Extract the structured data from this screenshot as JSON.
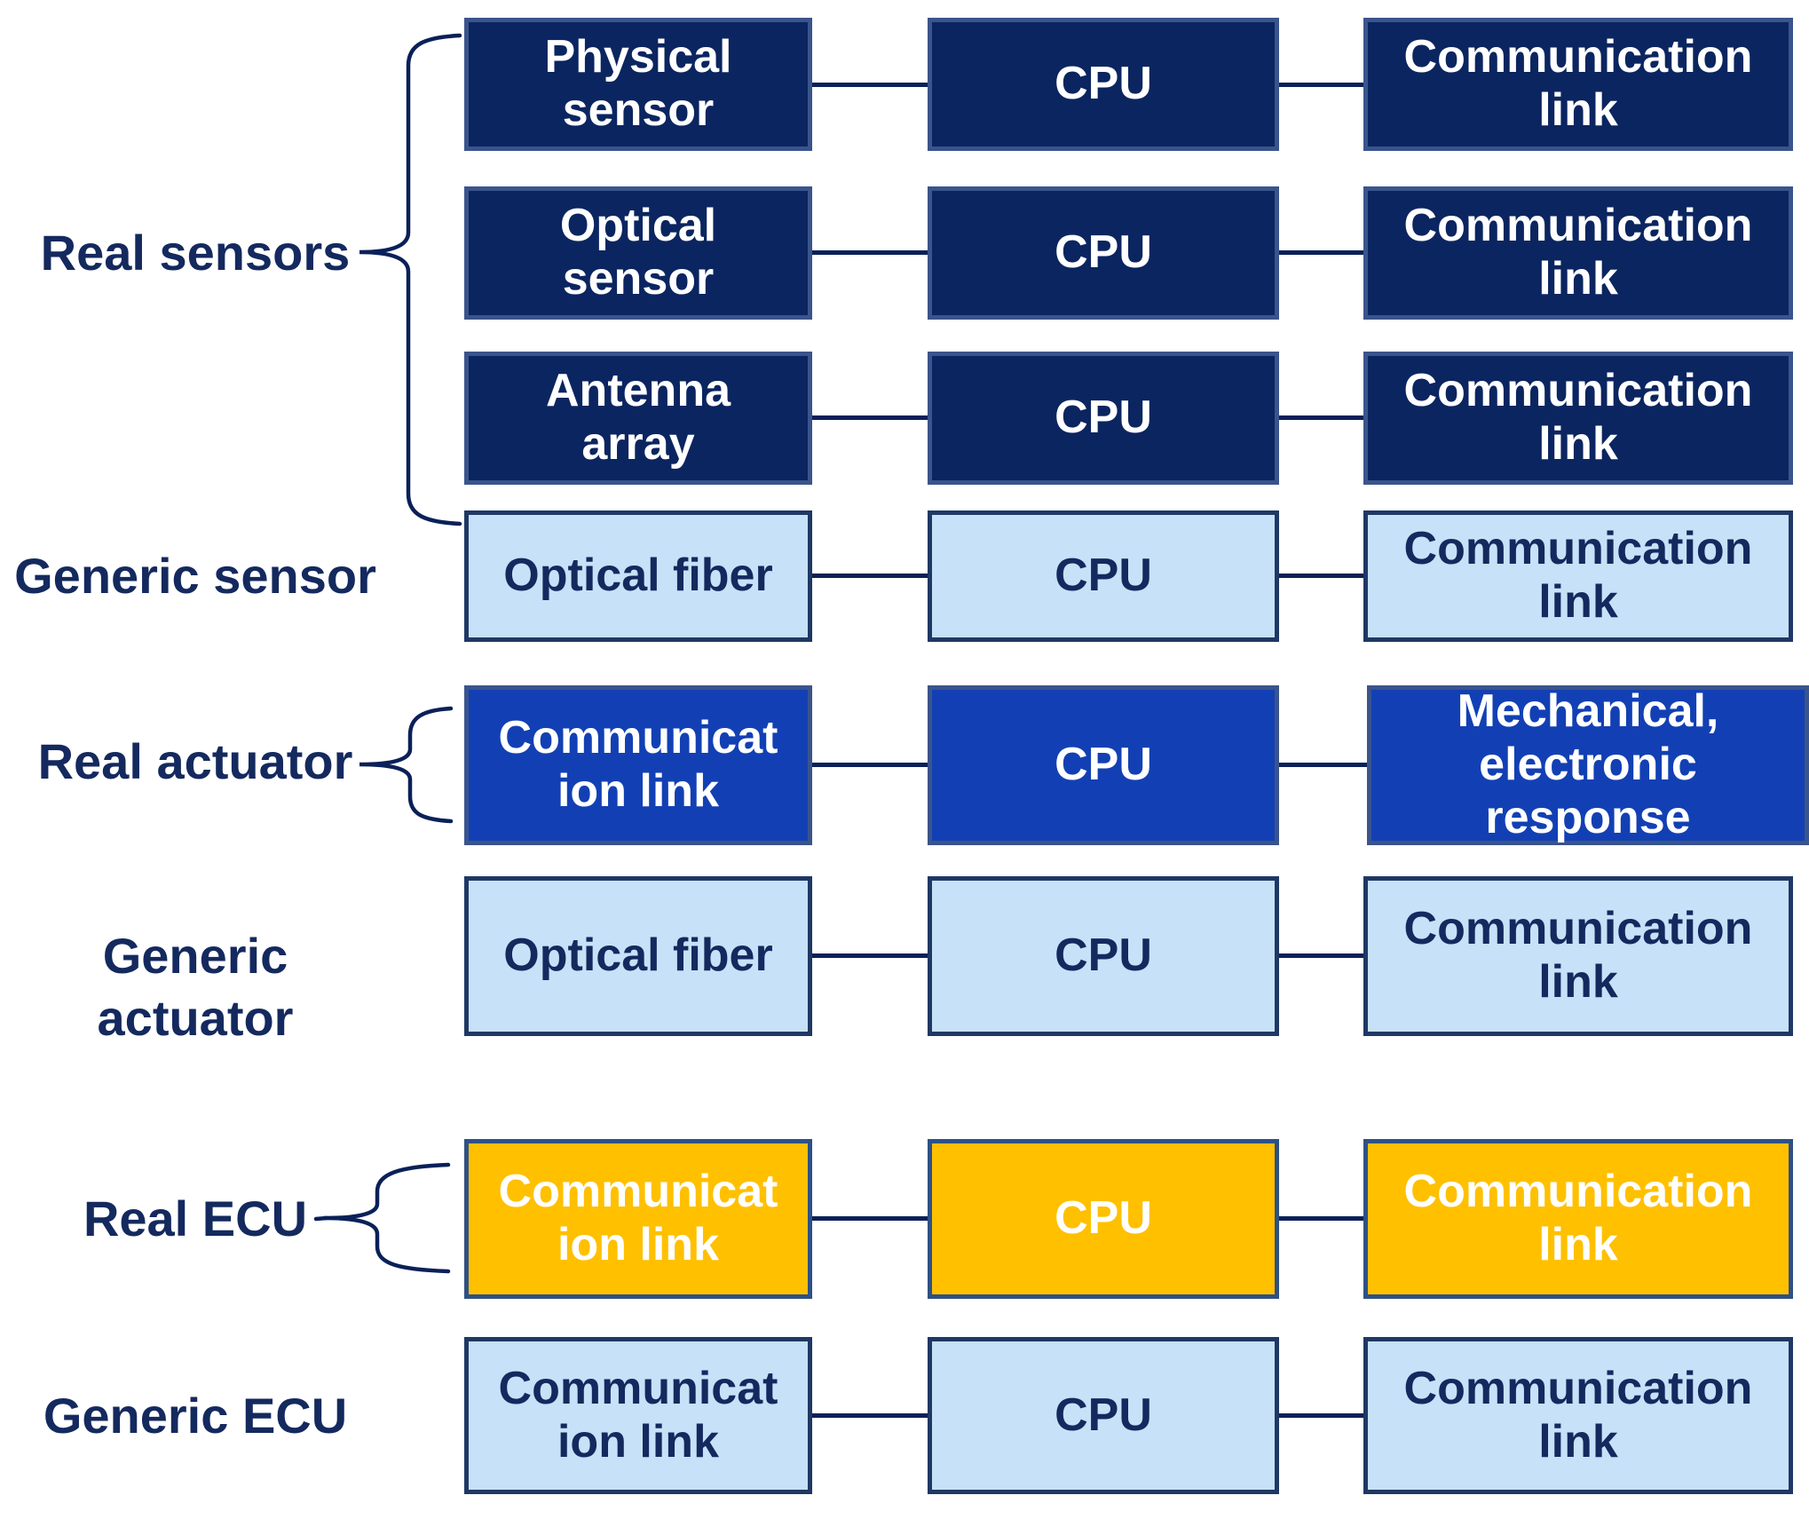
{
  "diagram": {
    "side_labels": [
      {
        "text": "Real sensors"
      },
      {
        "text": "Generic sensor"
      },
      {
        "text": "Real actuator"
      },
      {
        "text": "Generic actuator"
      },
      {
        "text": "Real ECU"
      },
      {
        "text": "Generic ECU"
      }
    ],
    "rows": [
      {
        "name": "physical-sensor-row",
        "group": "Real sensors",
        "boxes": [
          "Physical\nsensor",
          "CPU",
          "Communication\nlink"
        ]
      },
      {
        "name": "optical-sensor-row",
        "group": "Real sensors",
        "boxes": [
          "Optical\nsensor",
          "CPU",
          "Communication\nlink"
        ]
      },
      {
        "name": "antenna-array-row",
        "group": "Real sensors",
        "boxes": [
          "Antenna\narray",
          "CPU",
          "Communication\nlink"
        ]
      },
      {
        "name": "generic-sensor-row",
        "group": "Generic sensor",
        "boxes": [
          "Optical fiber",
          "CPU",
          "Communication\nlink"
        ]
      },
      {
        "name": "real-actuator-row",
        "group": "Real actuator",
        "boxes": [
          "Communicat\nion link",
          "CPU",
          "Mechanical,\nelectronic\nresponse"
        ]
      },
      {
        "name": "generic-actuator-row",
        "group": "Generic actuator",
        "boxes": [
          "Optical fiber",
          "CPU",
          "Communication\nlink"
        ]
      },
      {
        "name": "real-ecu-row",
        "group": "Real ECU",
        "boxes": [
          "Communicat\nion link",
          "CPU",
          "Communication\nlink"
        ]
      },
      {
        "name": "generic-ecu-row",
        "group": "Generic ECU",
        "boxes": [
          "Communicat\nion link",
          "CPU",
          "Communication\nlink"
        ]
      }
    ],
    "colors": {
      "dark_navy_fill": "#0B2560",
      "dark_navy_border": "#3A548C",
      "royal_blue_fill": "#1240B4",
      "light_blue_fill": "#C7E1F8",
      "light_blue_border": "#1F3864",
      "gold_fill": "#FFC000",
      "gold_border": "#2E5185",
      "navy_text": "#14295E",
      "white_text": "#FFFFFF",
      "line": "#0A2058"
    }
  }
}
